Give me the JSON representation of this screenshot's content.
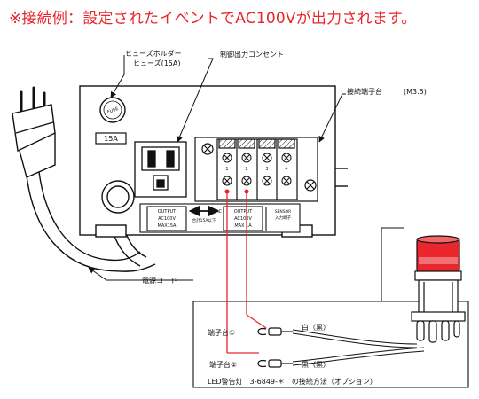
{
  "headline": "※接続例：設定されたイベントでAC100Vが出力されます。",
  "labels": {
    "fuse_holder": "ヒューズホルダー",
    "fuse": "ヒューズ(15A)",
    "fuse_cap": "FUSE",
    "fuse_rating": "15A",
    "control_outlet": "制御出力コンセント",
    "terminal_block": "接続端子台",
    "terminal_size": "(M3.5)",
    "power_cord": "電源コード",
    "terminal_1": "端子台①",
    "terminal_2": "端子台②",
    "wire_white": "白（黒）",
    "wire_black": "黒（黒）",
    "footer": "LED警告灯　3-6849-＊　の接続方法（オプション）"
  },
  "panel": {
    "output_left": "OUTPUT",
    "output_left_v": "AC100V",
    "output_left_max": "MAX15A",
    "total": "合計15A以下",
    "output_right": "OUTPUT",
    "output_right_v": "AC100V",
    "output_right_max": "MAX 1A",
    "ac_mark": "AC",
    "sensor": "SENSOR",
    "sensor_sub": "入力端子",
    "term_nums": [
      "1",
      "2",
      "3",
      "4"
    ]
  },
  "colors": {
    "headline": "#e8262c",
    "wire": "#e8262c",
    "lamp_red": "#e8262c",
    "line": "#111111"
  }
}
